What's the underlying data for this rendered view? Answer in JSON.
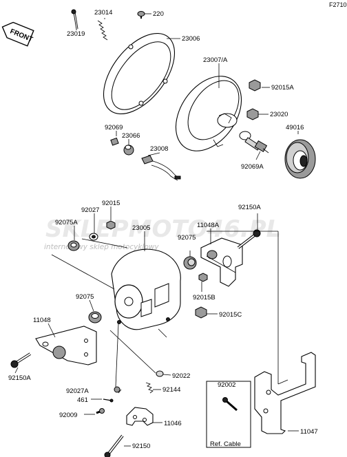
{
  "figure_code": "F2710",
  "front_label": "FRONT",
  "watermark": {
    "brand": "SKLEPMOTO46.PL",
    "tagline": "internetowy sklep motocyklowy"
  },
  "ref_label": "Ref. Cable",
  "parts": [
    {
      "key": "p23014",
      "number": "23014"
    },
    {
      "key": "p220",
      "number": "220"
    },
    {
      "key": "p23019",
      "number": "23019"
    },
    {
      "key": "p23006",
      "number": "23006"
    },
    {
      "key": "p23007A",
      "number": "23007/A"
    },
    {
      "key": "p92015A",
      "number": "92015A"
    },
    {
      "key": "p23020",
      "number": "23020"
    },
    {
      "key": "p92069",
      "number": "92069"
    },
    {
      "key": "p23066",
      "number": "23066"
    },
    {
      "key": "p49016",
      "number": "49016"
    },
    {
      "key": "p23008",
      "number": "23008"
    },
    {
      "key": "p92069A",
      "number": "92069A"
    },
    {
      "key": "p92015",
      "number": "92015"
    },
    {
      "key": "p92027",
      "number": "92027"
    },
    {
      "key": "p92150A_top",
      "number": "92150A"
    },
    {
      "key": "p92075A",
      "number": "92075A"
    },
    {
      "key": "p23005",
      "number": "23005"
    },
    {
      "key": "p11048A",
      "number": "11048A"
    },
    {
      "key": "p92075_mid",
      "number": "92075"
    },
    {
      "key": "p92015B",
      "number": "92015B"
    },
    {
      "key": "p92075_left",
      "number": "92075"
    },
    {
      "key": "p92015C",
      "number": "92015C"
    },
    {
      "key": "p11048",
      "number": "11048"
    },
    {
      "key": "p92150A_left",
      "number": "92150A"
    },
    {
      "key": "p92022",
      "number": "92022"
    },
    {
      "key": "p92002",
      "number": "92002"
    },
    {
      "key": "p92027A",
      "number": "92027A"
    },
    {
      "key": "p92144",
      "number": "92144"
    },
    {
      "key": "p461",
      "number": "461"
    },
    {
      "key": "p92009",
      "number": "92009"
    },
    {
      "key": "p11046",
      "number": "11046"
    },
    {
      "key": "p11047",
      "number": "11047"
    },
    {
      "key": "p92150",
      "number": "92150"
    }
  ]
}
